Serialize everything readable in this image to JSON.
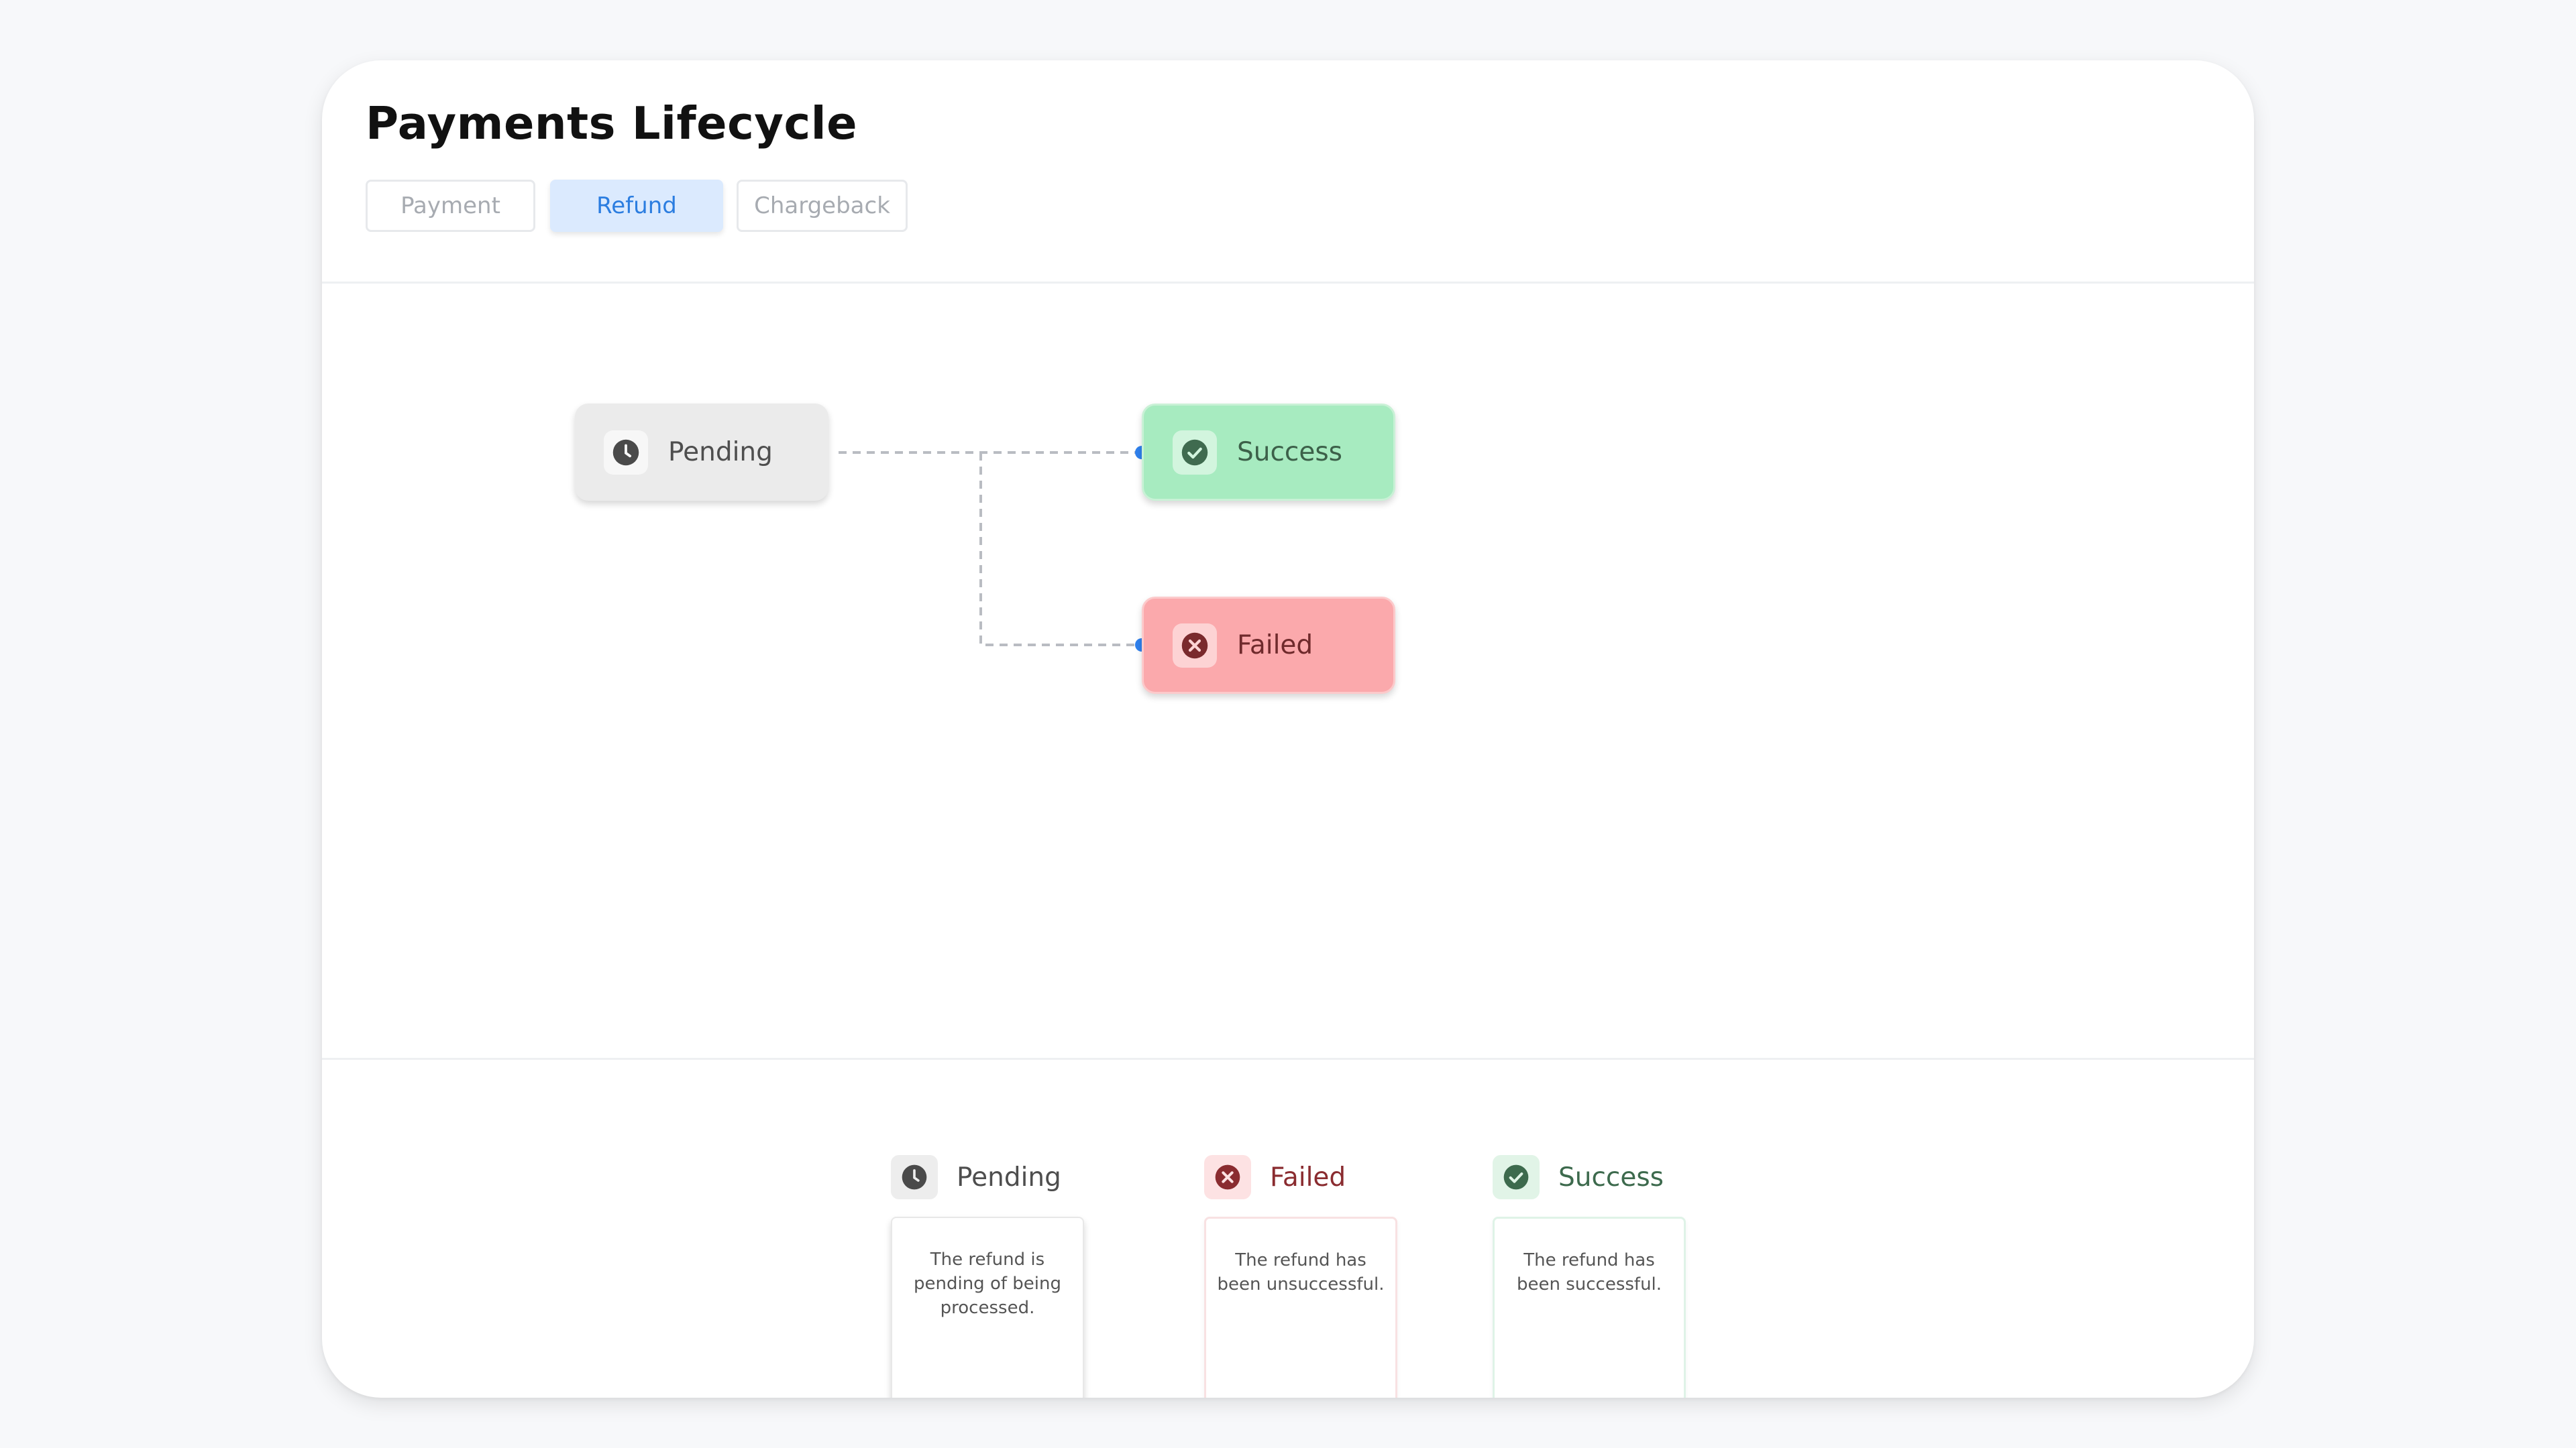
{
  "title": "Payments Lifecycle",
  "tabs": [
    {
      "label": "Payment"
    },
    {
      "label": "Refund"
    },
    {
      "label": "Chargeback"
    }
  ],
  "active_tab": "Refund",
  "diagram": {
    "nodes": {
      "pending": {
        "label": "Pending",
        "icon": "clock-icon"
      },
      "success": {
        "label": "Success",
        "icon": "check-circle-icon"
      },
      "failed": {
        "label": "Failed",
        "icon": "x-circle-icon"
      }
    },
    "edges": [
      {
        "from": "Pending",
        "to": "Success"
      },
      {
        "from": "Pending",
        "to": "Failed"
      }
    ]
  },
  "legend": [
    {
      "status": "Pending",
      "icon": "clock-icon",
      "description": "The refund is pending of being processed."
    },
    {
      "status": "Failed",
      "icon": "x-circle-icon",
      "description": "The refund has been unsuccessful."
    },
    {
      "status": "Success",
      "icon": "check-circle-icon",
      "description": "The refund has been successful."
    }
  ],
  "colors": {
    "accent": "#2b7de0",
    "success": "#a7ebc0",
    "failed": "#fba9ac",
    "pending": "#ebebeb",
    "connector_dot": "#2f80ed"
  }
}
